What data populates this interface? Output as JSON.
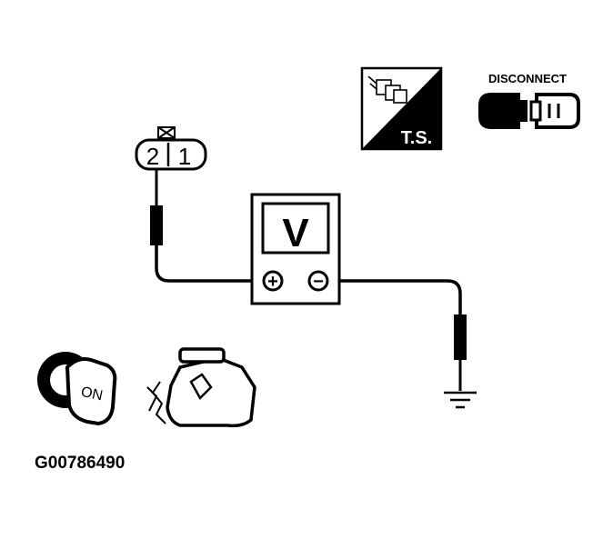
{
  "connector": {
    "pin_left": "2",
    "pin_right": "1"
  },
  "meter": {
    "symbol": "V",
    "plus_symbol": "+",
    "minus_symbol": "−"
  },
  "ts_icon": {
    "label": "T.S."
  },
  "disconnect_icon": {
    "label": "DISCONNECT"
  },
  "ignition_key": {
    "label": "ON"
  },
  "figure_id": "G00786490",
  "colors": {
    "ink": "#000000",
    "paper": "#ffffff"
  }
}
